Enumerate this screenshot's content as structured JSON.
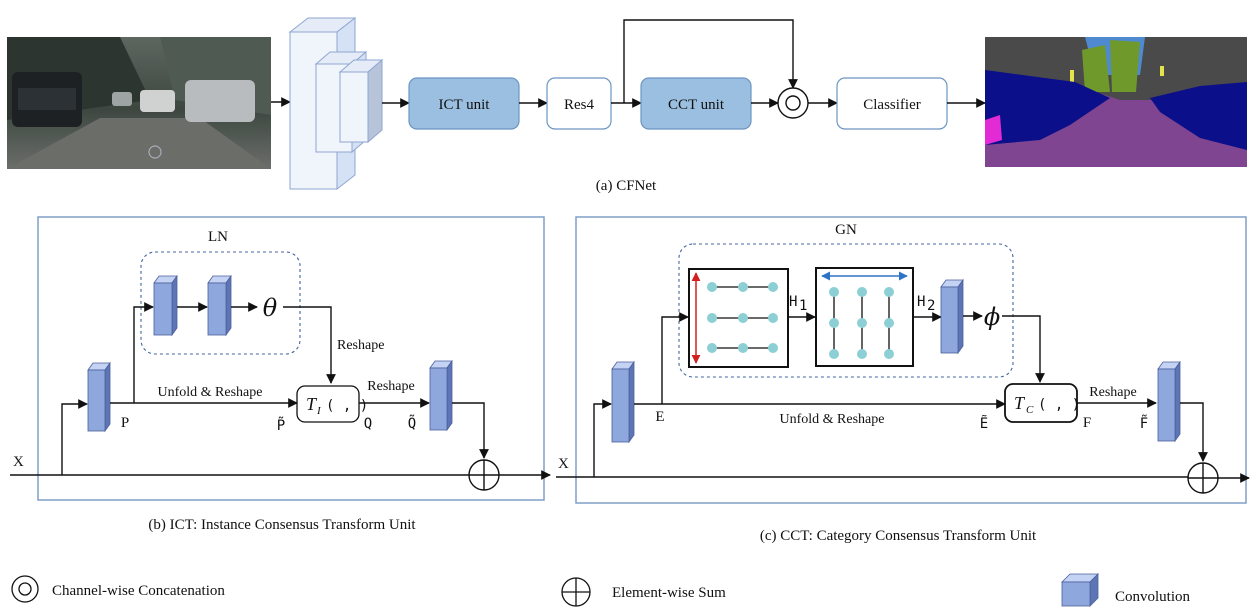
{
  "colors": {
    "unit_fill": "#9bbfe0",
    "unit_stroke": "#6b95c2",
    "conv_front": "#8ea7dc",
    "conv_side": "#5d75b5",
    "conv_top": "#c4d3f3",
    "frame": "#7f9fc7",
    "dot": "#8ccfd4",
    "blue_arrow": "#2e74c6",
    "red_arrow": "#d21f1f",
    "seg_road": "#7f4590",
    "seg_car": "#0b0f8a",
    "seg_veg": "#6f9a2b",
    "seg_sky": "#4f8ad0",
    "seg_building": "#4a4a4a"
  },
  "top": {
    "ict_label": "ICT unit",
    "res4_label": "Res4",
    "cct_label": "CCT unit",
    "classifier_label": "Classifier",
    "caption": "(a) CFNet"
  },
  "ict": {
    "ln_label": "LN",
    "theta": "θ",
    "reshape_top": "Reshape",
    "unfold_label": "Unfold & Reshape",
    "reshape_right": "Reshape",
    "transform_label": "T",
    "transform_sub": "I",
    "transform_args": "( , )",
    "p_label": "P",
    "p_tilde_label": "P̃",
    "q_label": "Q",
    "q_tilde_label": "Q̃",
    "x_label": "X",
    "caption": "(b) ICT: Instance Consensus Transform Unit"
  },
  "cct": {
    "gn_label": "GN",
    "h1_label": "H",
    "h1_sub": "1",
    "h2_label": "H",
    "h2_sub": "2",
    "phi": "ϕ",
    "e_label": "E",
    "e_tilde_label": "Ẽ",
    "unfold_label": "Unfold & Reshape",
    "reshape_label": "Reshape",
    "transform_label": "T",
    "transform_sub": "C",
    "transform_args": "( , )",
    "f_label": "F",
    "f_tilde_label": "F̃",
    "x_label": "X",
    "caption": "(c) CCT: Category Consensus Transform Unit"
  },
  "legend": {
    "concat_label": "Channel-wise Concatenation",
    "sum_label": "Element-wise Sum",
    "conv_label": "Convolution"
  }
}
